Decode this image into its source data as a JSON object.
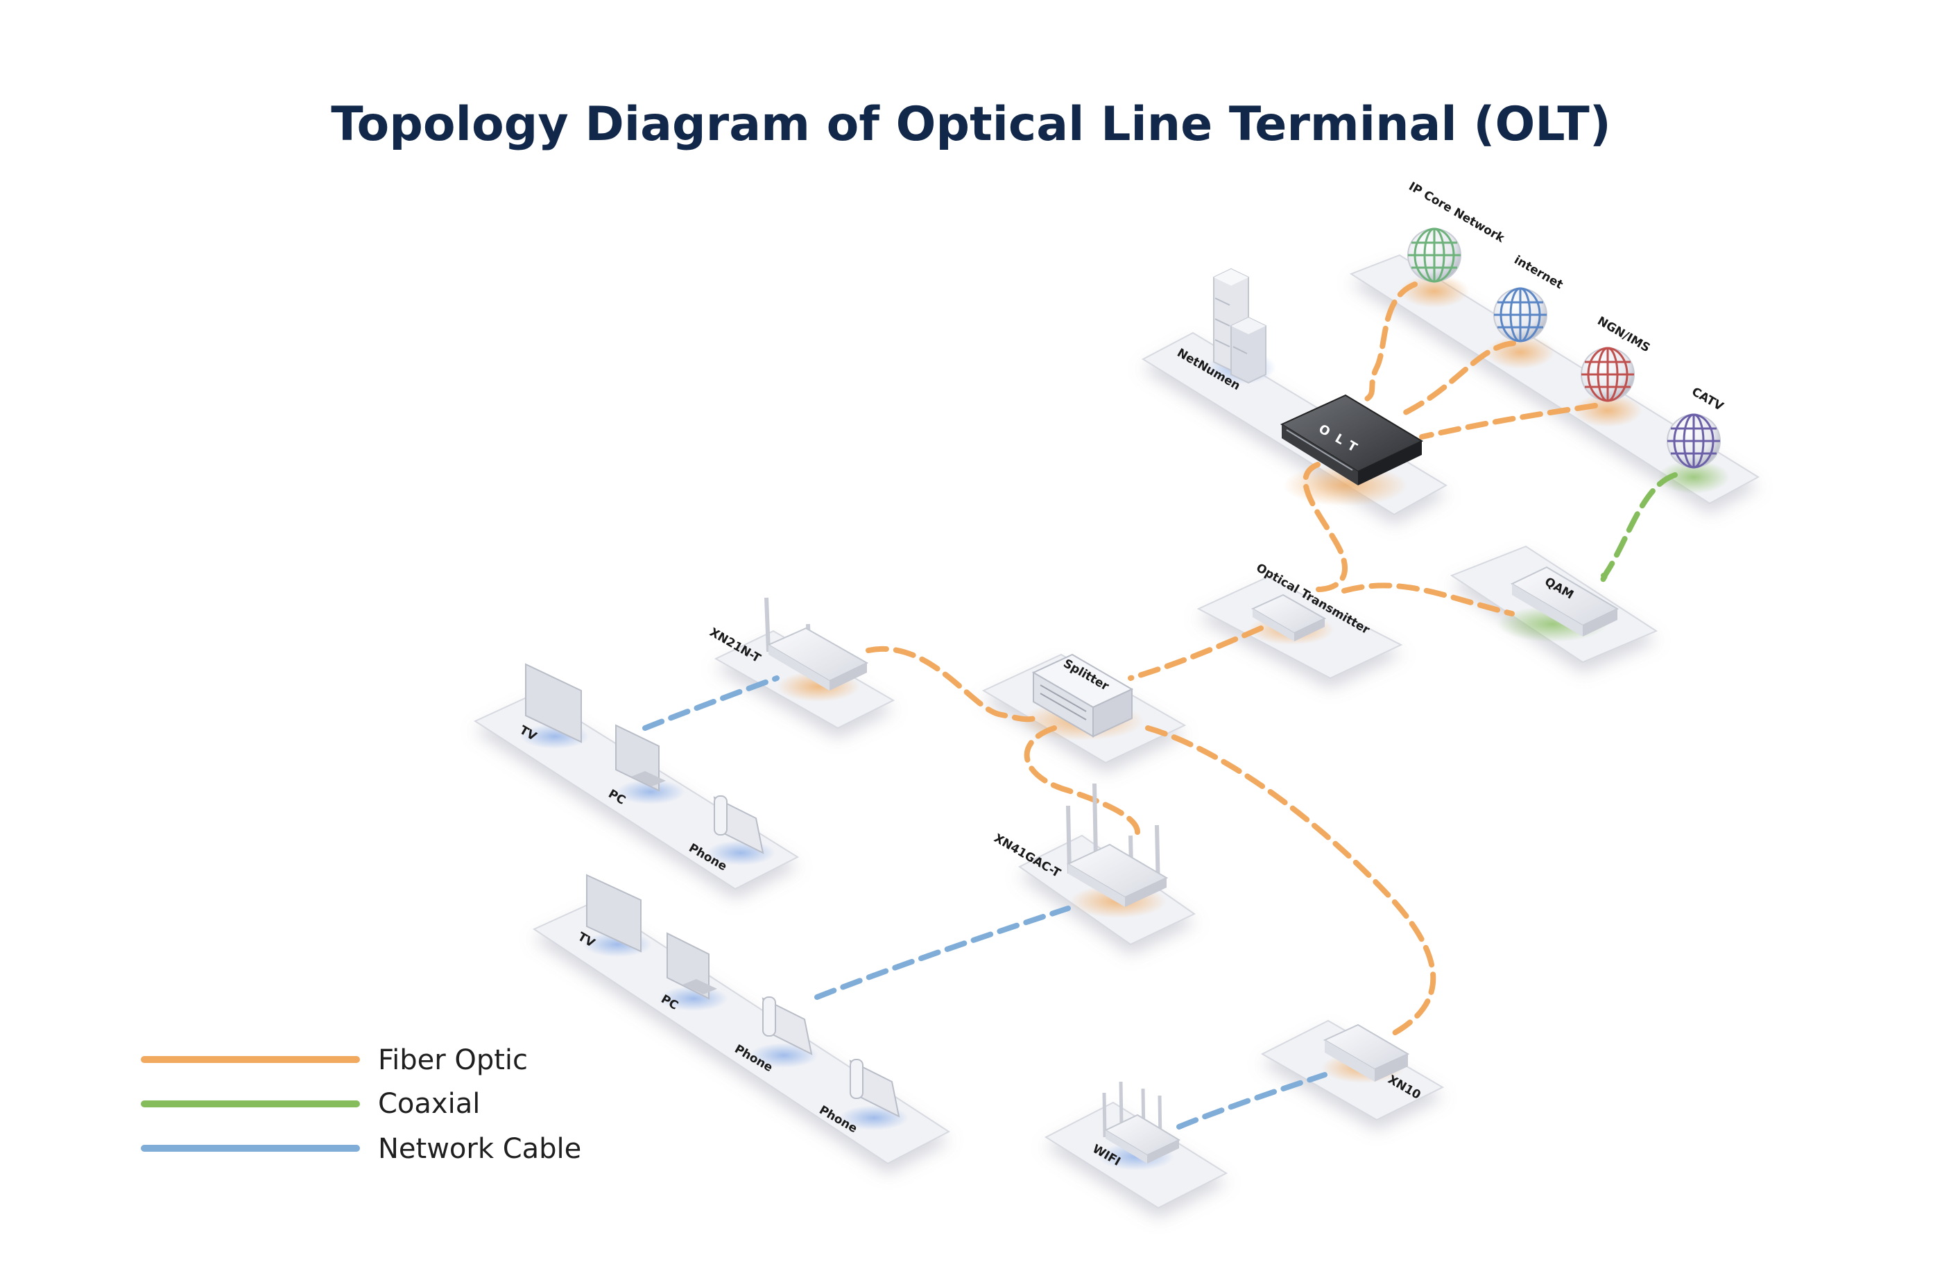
{
  "title": "Topology Diagram of Optical Line Terminal (OLT)",
  "colors": {
    "fiber": "#f0a95e",
    "coax": "#86bd5c",
    "network": "#7fadd8",
    "title": "#12284a"
  },
  "nodes": {
    "ip_core": "IP Core Network",
    "internet": "internet",
    "ngn": "NGN/IMS",
    "catv": "CATV",
    "netnumen": "NetNumen",
    "olt": "OLT",
    "optical_tx": "Optical Transmitter",
    "qam": "QAM",
    "splitter": "Splitter",
    "xn21n": "XN21N-T",
    "xn41gac": "XN41GAC-T",
    "xn10": "XN10",
    "wifi": "WIFI",
    "tv1": "TV",
    "pc1": "PC",
    "phone1": "Phone",
    "tv2": "TV",
    "pc2": "PC",
    "phone2a": "Phone",
    "phone2b": "Phone"
  },
  "legend": [
    {
      "label": "Fiber Optic",
      "color": "#f0a95e"
    },
    {
      "label": "Coaxial",
      "color": "#86bd5c"
    },
    {
      "label": "Network Cable",
      "color": "#7fadd8"
    }
  ]
}
